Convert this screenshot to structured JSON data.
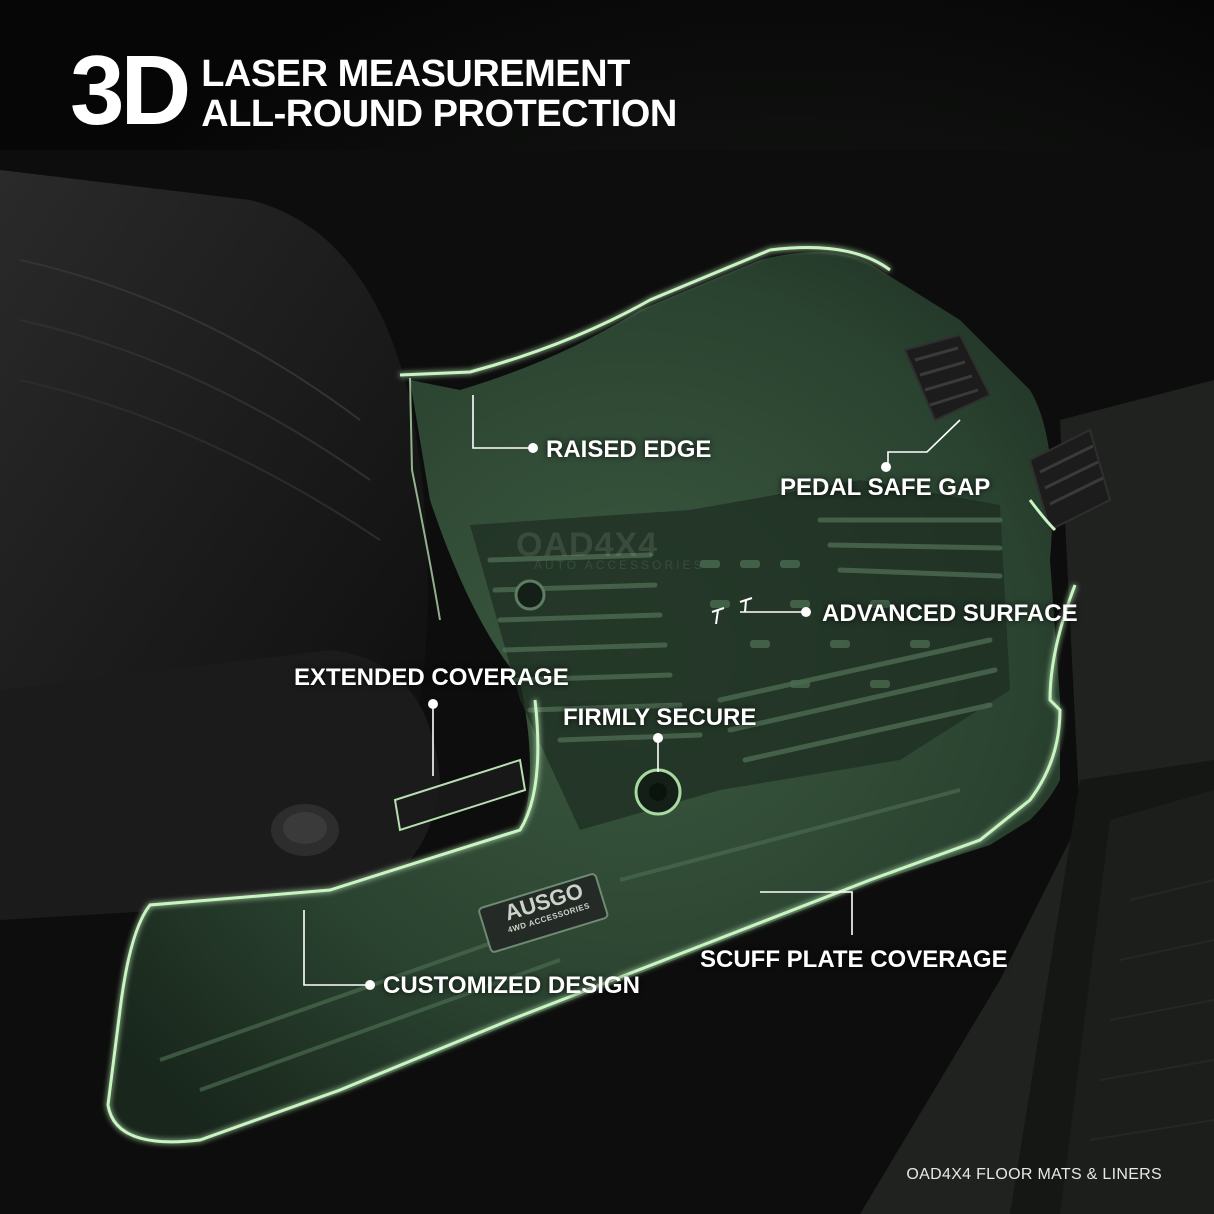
{
  "headline": {
    "big": "3D",
    "line1": "LASER MEASUREMENT",
    "line2": "ALL-ROUND PROTECTION"
  },
  "callouts": {
    "raised_edge": "RAISED EDGE",
    "pedal_safe_gap": "PEDAL SAFE GAP",
    "advanced_surface": "ADVANCED SURFACE",
    "extended_coverage": "EXTENDED COVERAGE",
    "firmly_secure": "FIRMLY SECURE",
    "scuff_plate_coverage": "SCUFF PLATE COVERAGE",
    "customized_design": "CUSTOMIZED DESIGN"
  },
  "badge": {
    "brand": "AUSGO",
    "sub": "4WD ACCESSORIES"
  },
  "watermark": {
    "brand": "OAD4X4",
    "sub": "AUTO ACCESSORIES"
  },
  "footer": "OAD4X4 FLOOR MATS & LINERS",
  "colors": {
    "outline_green": "#c9f5c2",
    "mat_green": "#2e4a33",
    "text": "#ffffff"
  }
}
